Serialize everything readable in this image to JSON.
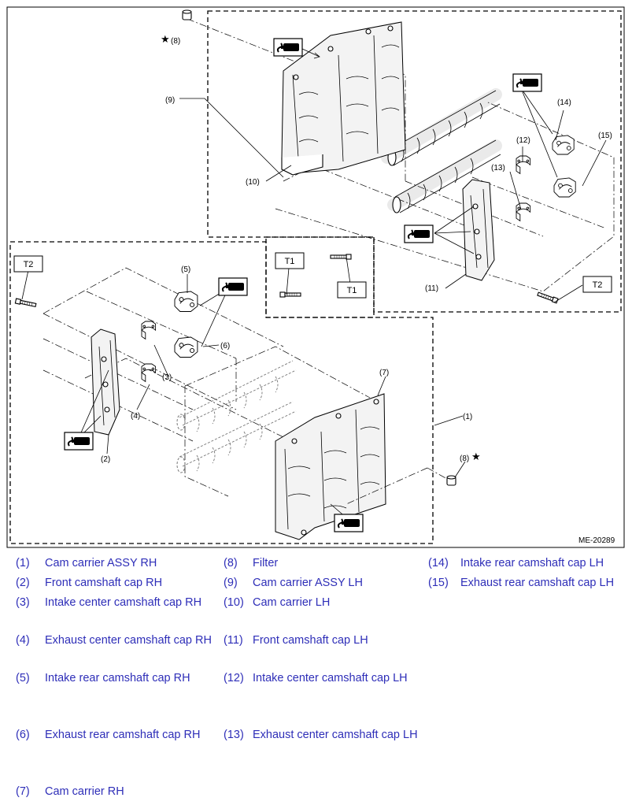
{
  "diagram": {
    "figure_id": "ME-20289",
    "callouts": {
      "c1": "(1)",
      "c2": "(2)",
      "c3": "(3)",
      "c4": "(4)",
      "c5": "(5)",
      "c6": "(6)",
      "c7": "(7)",
      "c8a": "(8)",
      "c8b": "(8)",
      "c9": "(9)",
      "c10": "(10)",
      "c11": "(11)",
      "c12": "(12)",
      "c13": "(13)",
      "c14": "(14)",
      "c15": "(15)"
    },
    "star": "★",
    "torque_labels": {
      "t1_top": "T1",
      "t1_bottom": "T1",
      "t2_left": "T2",
      "t2_right": "T2"
    },
    "icons": [
      "sealant-applicator-icon"
    ]
  },
  "legend": {
    "columns": [
      [
        {
          "num": "(1)",
          "name": "Cam carrier ASSY RH"
        },
        {
          "num": "(2)",
          "name": "Front camshaft cap RH"
        },
        {
          "num": "(3)",
          "name": "Intake center camshaft cap RH"
        },
        {
          "num": "(4)",
          "name": "Exhaust center camshaft cap RH"
        },
        {
          "num": "(5)",
          "name": "Intake rear camshaft cap RH"
        },
        {
          "num": "(6)",
          "name": "Exhaust rear camshaft cap RH"
        },
        {
          "num": "(7)",
          "name": "Cam carrier RH"
        }
      ],
      [
        {
          "num": "(8)",
          "name": "Filter"
        },
        {
          "num": "(9)",
          "name": "Cam carrier ASSY LH"
        },
        {
          "num": "(10)",
          "name": "Cam carrier LH"
        },
        {
          "num": "(11)",
          "name": "Front camshaft cap LH"
        },
        {
          "num": "(12)",
          "name": "Intake center camshaft cap LH"
        },
        {
          "num": "(13)",
          "name": "Exhaust center camshaft cap LH"
        }
      ],
      [
        {
          "num": "(14)",
          "name": "Intake rear camshaft cap LH"
        },
        {
          "num": "(15)",
          "name": "Exhaust rear camshaft cap LH"
        }
      ]
    ]
  }
}
